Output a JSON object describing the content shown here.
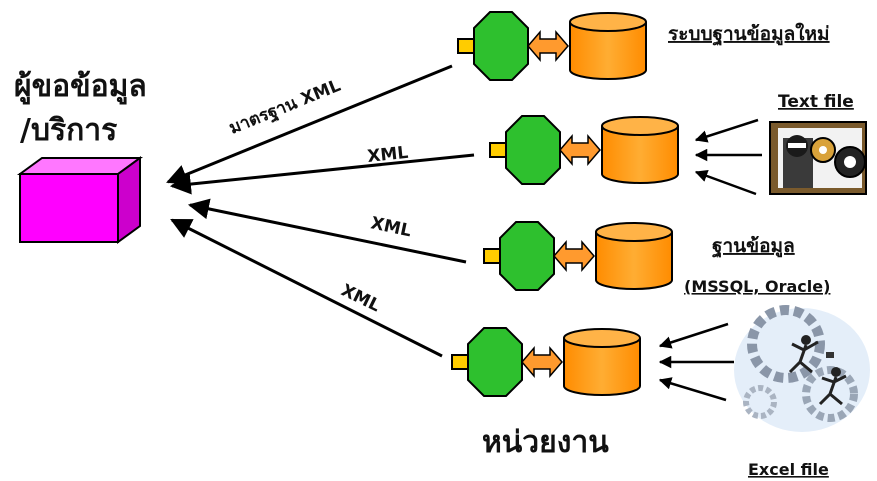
{
  "consumer": {
    "title_line1": "ผู้ขอข้อมูล",
    "title_line2": "/บริการ",
    "box_color": "#ff00ff"
  },
  "arrows": {
    "top_label": "มาตรฐาน XML",
    "second_label": "XML",
    "third_label": "XML",
    "fourth_label": "XML"
  },
  "sources": {
    "new_db_label": "ระบบฐานข้อมูลใหม่",
    "text_file_label": "Text file",
    "db_label": "ฐานข้อมูล",
    "db_types_label": "(MSSQL, Oracle)",
    "excel_label": "Excel file"
  },
  "agency_label": "หน่วยงาน",
  "colors": {
    "connector": "#ffcc00",
    "octagon": "#2ec02e",
    "double_arrow": "#ff9a2e",
    "cylinder": "#ff9900",
    "arrow": "#000000"
  },
  "icons": {
    "connector": "plug-connector-icon",
    "adapter": "octagon-adapter-icon",
    "link": "double-arrow-icon",
    "database": "database-cylinder-icon",
    "text_file": "gears-person-clipart-icon",
    "excel_file": "business-people-gears-clipart-icon"
  }
}
